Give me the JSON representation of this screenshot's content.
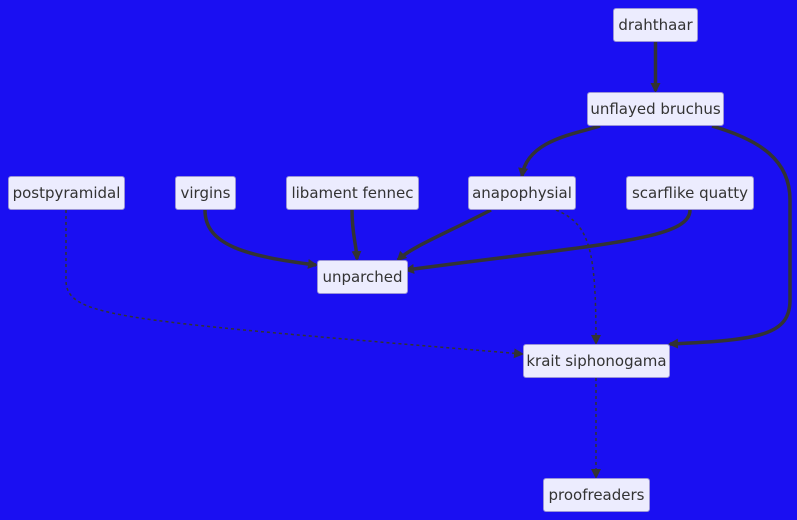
{
  "diagram": {
    "background": "#1a0ff2",
    "node_fill": "#ececfe",
    "node_border": "#9a94d8",
    "text_color": "#333333",
    "edge_color": "#333333",
    "nodes": {
      "drahthaar": "drahthaar",
      "unflayed_bruchus": "unflayed bruchus",
      "postpyramidal": "postpyramidal",
      "virgins": "virgins",
      "libament_fennec": "libament fennec",
      "anapophysial": "anapophysial",
      "scarflike_quatty": "scarflike quatty",
      "unparched": "unparched",
      "krait_siphonogama": "krait siphonogama",
      "proofreaders": "proofreaders"
    },
    "edges": [
      {
        "from": "drahthaar",
        "to": "unflayed_bruchus",
        "style": "thick"
      },
      {
        "from": "unflayed_bruchus",
        "to": "anapophysial",
        "style": "thick"
      },
      {
        "from": "unflayed_bruchus",
        "to": "krait_siphonogama",
        "style": "thick"
      },
      {
        "from": "virgins",
        "to": "unparched",
        "style": "thick"
      },
      {
        "from": "libament_fennec",
        "to": "unparched",
        "style": "thick"
      },
      {
        "from": "anapophysial",
        "to": "unparched",
        "style": "thick"
      },
      {
        "from": "scarflike_quatty",
        "to": "unparched",
        "style": "thick"
      },
      {
        "from": "postpyramidal",
        "to": "krait_siphonogama",
        "style": "dotted"
      },
      {
        "from": "anapophysial",
        "to": "krait_siphonogama",
        "style": "dotted"
      },
      {
        "from": "krait_siphonogama",
        "to": "proofreaders",
        "style": "dotted"
      }
    ]
  }
}
